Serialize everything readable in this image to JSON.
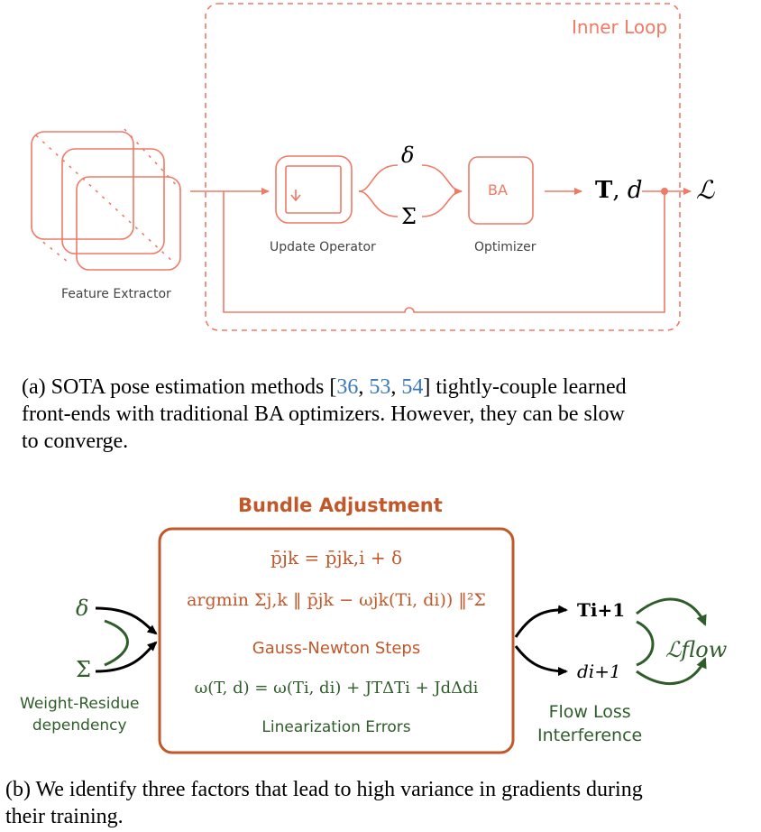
{
  "panel_a": {
    "inner_loop_label": "Inner Loop",
    "feature_extractor_label": "Feature Extractor",
    "update_operator_label": "Update Operator",
    "optimizer_label": "Optimizer",
    "ba_box_text": "BA",
    "delta_symbol": "δ",
    "sigma_symbol": "Σ",
    "output_T": "T",
    "output_comma": ",",
    "output_d": "d",
    "loss_symbol": "ℒ",
    "caption": {
      "prefix": "(a) SOTA pose estimation methods [",
      "cite1": "36",
      "sep1": ", ",
      "cite2": "53",
      "sep2": ", ",
      "cite3": "54",
      "line1_suffix": "] tightly-couple learned",
      "line2": "front-ends with traditional BA optimizers. However, they can be slow",
      "line3": "to converge."
    }
  },
  "panel_b": {
    "title": "Bundle Adjustment",
    "eq1": "p̄jk = p̄jk,i + δ",
    "eq2": "argmin Σj,k ‖ p̄jk − ωjk(Ti, di)) ‖²Σ",
    "gauss_newton_label": "Gauss-Newton Steps",
    "eq3": "ω(T, d) = ω(Ti, di) + JTΔTi + JdΔdi",
    "linearization_label": "Linearization Errors",
    "left_delta": "δ",
    "left_sigma": "Σ",
    "weight_residue_line1": "Weight-Residue",
    "weight_residue_line2": "dependency",
    "right_T": "Ti+1",
    "right_d": "di+1",
    "flow_loss_symbol": "ℒflow",
    "flow_loss_line1": "Flow Loss",
    "flow_loss_line2": "Interference",
    "caption_line1": "(b) We identify three factors that lead to high variance in gradients during",
    "caption_line2": "their training."
  },
  "colors": {
    "salmon": "#ef7a66",
    "brown": "#c0582a",
    "green": "#2e5d2a",
    "citation_blue": "#3b78b8"
  }
}
